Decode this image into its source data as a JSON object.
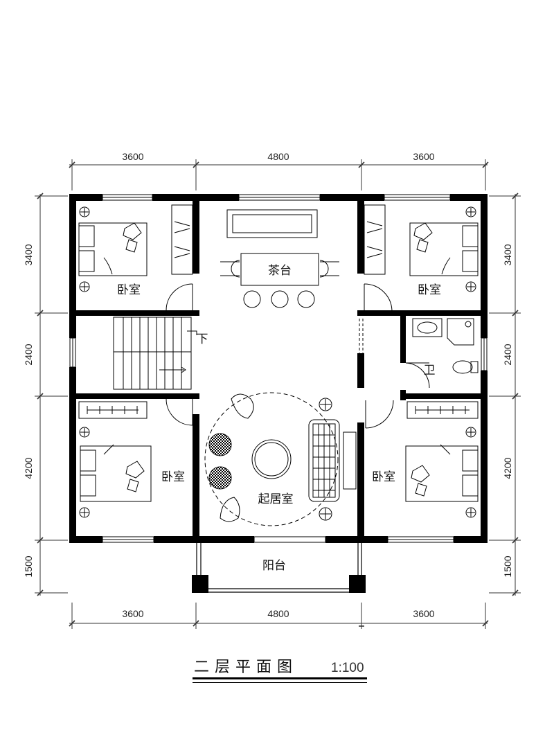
{
  "plan": {
    "title": "二层平面图",
    "scale": "1:100",
    "dims": {
      "top": [
        "3600",
        "4800",
        "3600"
      ],
      "bottom": [
        "3600",
        "4800",
        "3600"
      ],
      "left": [
        "3400",
        "2400",
        "4200",
        "1500"
      ],
      "right": [
        "3400",
        "2400",
        "4200",
        "1500"
      ]
    },
    "rooms": {
      "bedroom_nw": "卧室",
      "bedroom_ne": "卧室",
      "bedroom_sw": "卧室",
      "bedroom_se": "卧室",
      "tea_table": "茶台",
      "living_room": "起居室",
      "balcony": "阳台",
      "bathroom": "卫",
      "stair_down": "下"
    }
  }
}
